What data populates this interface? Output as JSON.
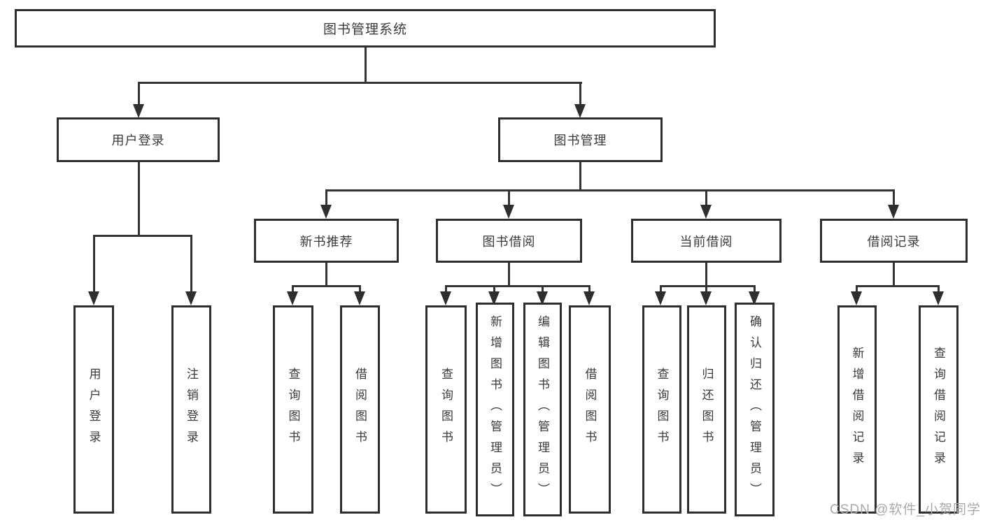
{
  "watermark": "CSDN @软件_小贺同学",
  "colors": {
    "line": "#343434",
    "box_border": "#2e2e2e",
    "text": "#3a3a3a",
    "watermark": "#a9a9a9",
    "background": "#ffffff"
  },
  "tree": {
    "root": {
      "label": "图书管理系统",
      "children": [
        {
          "label": "用户登录",
          "children": [
            {
              "label": "用户登录"
            },
            {
              "label": "注销登录"
            }
          ]
        },
        {
          "label": "图书管理",
          "children": [
            {
              "label": "新书推荐",
              "children": [
                {
                  "label": "查询图书"
                },
                {
                  "label": "借阅图书"
                }
              ]
            },
            {
              "label": "图书借阅",
              "children": [
                {
                  "label": "查询图书"
                },
                {
                  "label": "新增图书（管理员）"
                },
                {
                  "label": "编辑图书（管理员）"
                },
                {
                  "label": "借阅图书"
                }
              ]
            },
            {
              "label": "当前借阅",
              "children": [
                {
                  "label": "查询图书"
                },
                {
                  "label": "归还图书"
                },
                {
                  "label": "确认归还（管理员）"
                }
              ]
            },
            {
              "label": "借阅记录",
              "children": [
                {
                  "label": "新增借阅记录"
                },
                {
                  "label": "查询借阅记录"
                }
              ]
            }
          ]
        }
      ]
    }
  }
}
